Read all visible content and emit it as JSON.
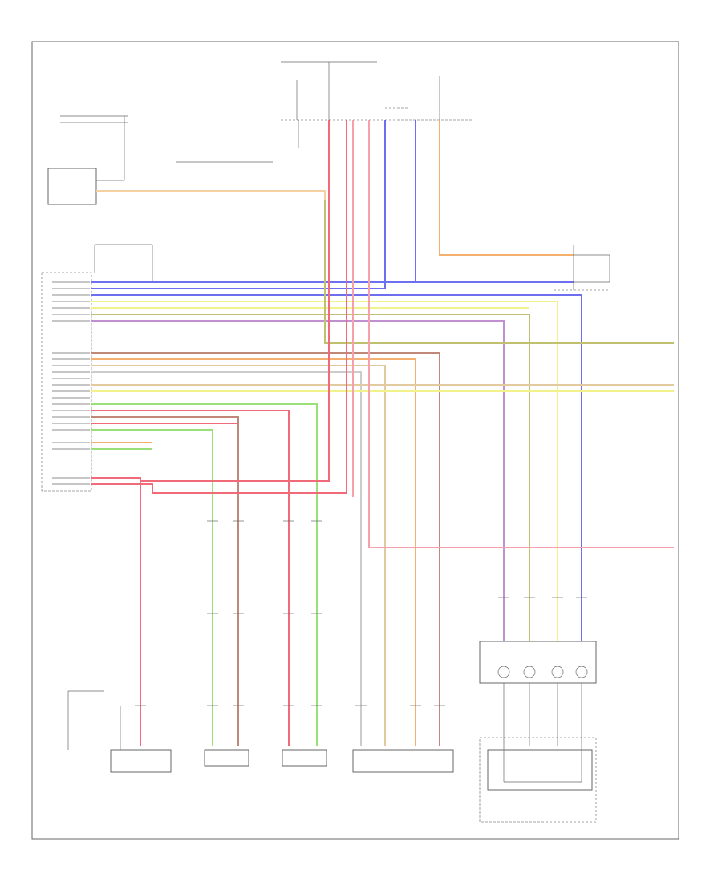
{
  "diagram": {
    "footer_code": "",
    "connectors": [
      {
        "id": "srs-control",
        "label": ""
      },
      {
        "id": "instrument-cluster",
        "label": ""
      },
      {
        "id": "passenger-sensor",
        "label": ""
      },
      {
        "id": "telltale-lamp",
        "label": ""
      },
      {
        "id": "oc-sensor",
        "label": ""
      },
      {
        "id": "seat-belt-buckle",
        "label": ""
      }
    ],
    "wire_colors": {
      "red": "#f06a7a",
      "pink": "#f5a0aa",
      "blue": "#6e6ef0",
      "orange": "#f5b070",
      "yellow": "#f2f28a",
      "green": "#9ae07a",
      "olive": "#c0c070",
      "brown": "#c08878",
      "tan": "#e2c9a0",
      "purple": "#c090d0",
      "grey": "#bbbbbb"
    }
  }
}
